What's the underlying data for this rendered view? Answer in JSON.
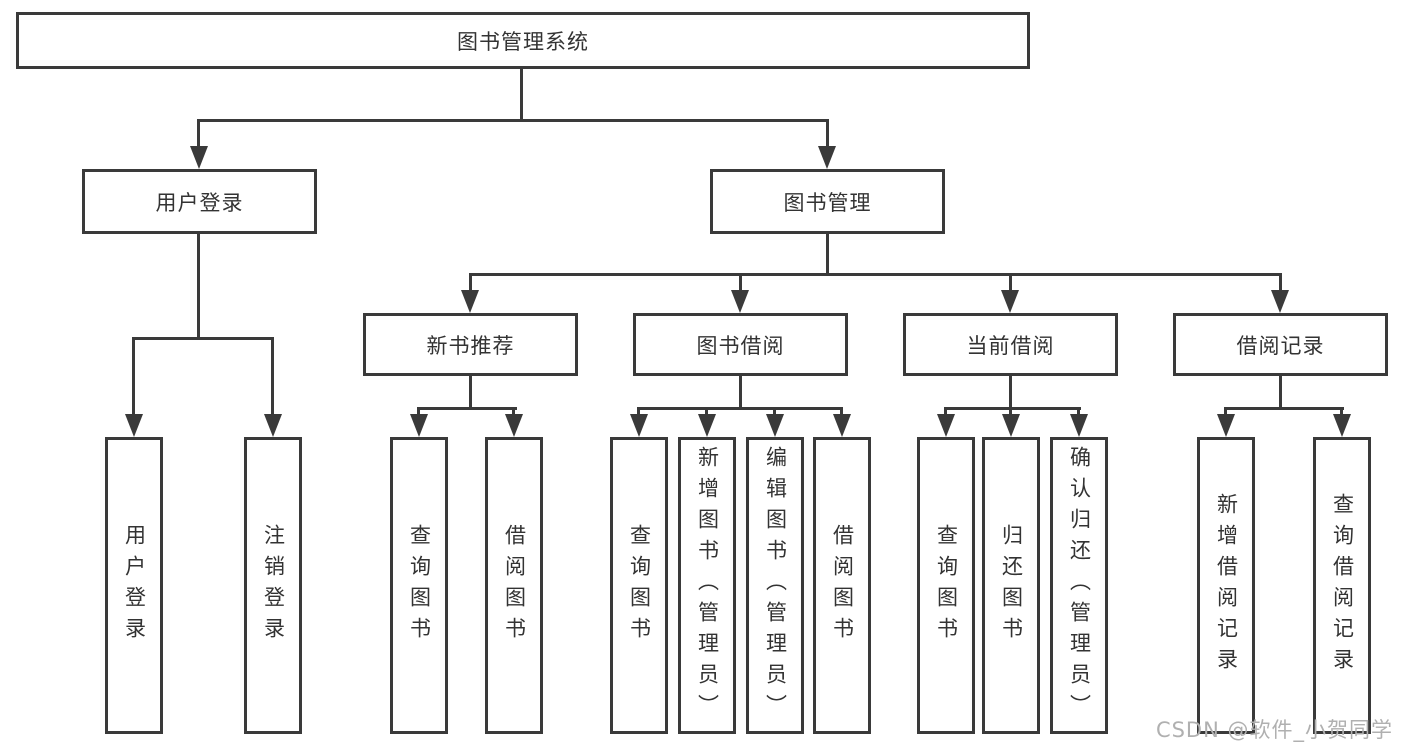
{
  "diagram": {
    "root": {
      "label": "图书管理系统"
    },
    "level2": [
      {
        "label": "用户登录"
      },
      {
        "label": "图书管理"
      }
    ],
    "level3": [
      {
        "label": "新书推荐",
        "parent": "图书管理"
      },
      {
        "label": "图书借阅",
        "parent": "图书管理"
      },
      {
        "label": "当前借阅",
        "parent": "图书管理"
      },
      {
        "label": "借阅记录",
        "parent": "图书管理"
      }
    ],
    "leaves": [
      {
        "label": "用户登录",
        "parent": "用户登录"
      },
      {
        "label": "注销登录",
        "parent": "用户登录"
      },
      {
        "label": "查询图书",
        "parent": "新书推荐"
      },
      {
        "label": "借阅图书",
        "parent": "新书推荐"
      },
      {
        "label": "查询图书",
        "parent": "图书借阅"
      },
      {
        "label": "新增图书（管理员）",
        "parent": "图书借阅"
      },
      {
        "label": "编辑图书（管理员）",
        "parent": "图书借阅"
      },
      {
        "label": "借阅图书",
        "parent": "图书借阅"
      },
      {
        "label": "查询图书",
        "parent": "当前借阅"
      },
      {
        "label": "归还图书",
        "parent": "当前借阅"
      },
      {
        "label": "确认归还（管理员）",
        "parent": "当前借阅"
      },
      {
        "label": "新增借阅记录",
        "parent": "借阅记录"
      },
      {
        "label": "查询借阅记录",
        "parent": "借阅记录"
      }
    ]
  },
  "watermark": {
    "text": "CSDN @软件_小贺同学"
  },
  "colors": {
    "line": "#3a3a3a",
    "text": "#333333",
    "background": "#ffffff",
    "watermark": "#b0b0b0"
  }
}
